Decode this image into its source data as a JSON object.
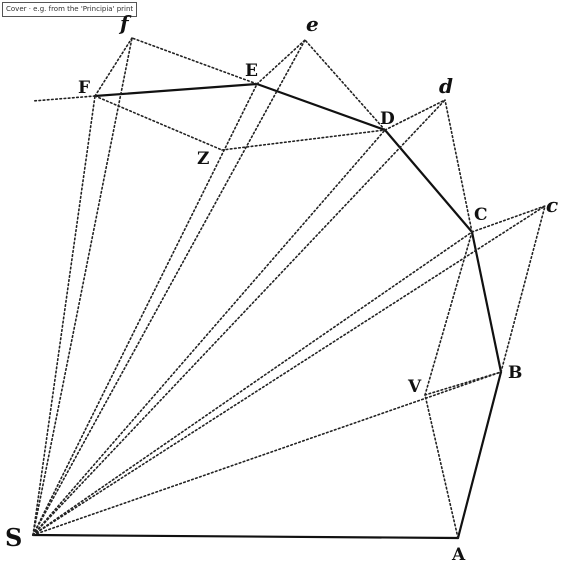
{
  "caption": "Cover · e.g. from the 'Principia' print",
  "labels": {
    "S": "S",
    "A": "A",
    "B": "B",
    "C": "C",
    "D": "D",
    "E": "E",
    "F": "F",
    "Z": "Z",
    "V": "V",
    "c": "c",
    "d": "d",
    "e": "e",
    "f": "f"
  }
}
